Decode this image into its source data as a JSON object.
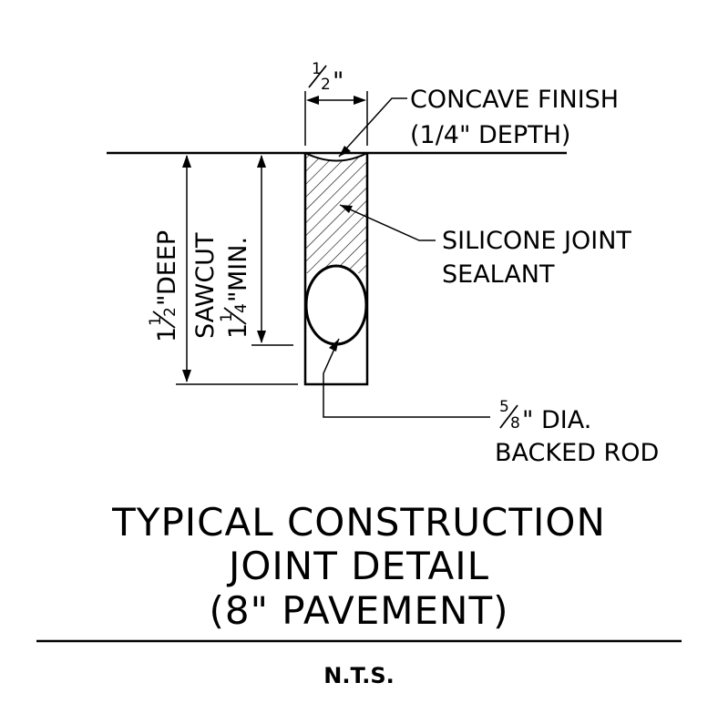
{
  "dimensions": {
    "joint_width": {
      "whole": "",
      "num": "1",
      "den": "2",
      "unit": "\""
    },
    "sealant_depth": {
      "whole": "1",
      "num": "1",
      "den": "4",
      "unit": "\"",
      "suffix": " MIN."
    },
    "sawcut_depth": {
      "whole": "1",
      "num": "1",
      "den": "2",
      "unit": "\"",
      "suffix": " DEEP",
      "line2": "SAWCUT"
    }
  },
  "callouts": {
    "concave_finish": {
      "line1": "CONCAVE FINISH",
      "line2": "(1/4\" DEPTH)"
    },
    "silicone_sealant": {
      "line1": "SILICONE JOINT",
      "line2": "SEALANT"
    },
    "backer_rod": {
      "num": "5",
      "den": "8",
      "rest": "\" DIA.",
      "line2": "BACKED ROD"
    }
  },
  "title": {
    "line1": "TYPICAL CONSTRUCTION",
    "line2": "JOINT DETAIL",
    "line3": "(8\" PAVEMENT)"
  },
  "scale_note": "N.T.S."
}
